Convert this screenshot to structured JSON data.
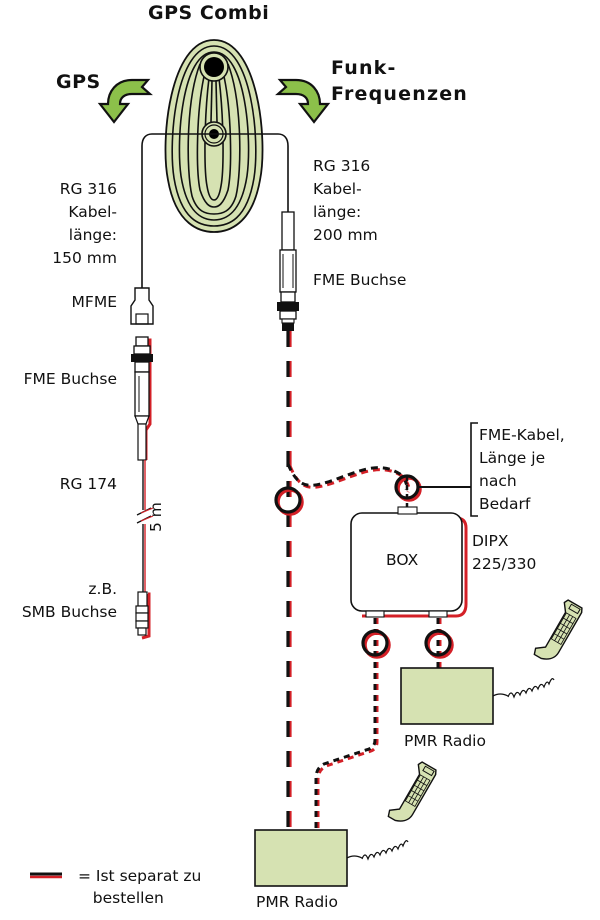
{
  "title": "GPS Combi",
  "arrows": {
    "left_label": "GPS",
    "right_label": "Funk-\nFrequenzen"
  },
  "left_chain": {
    "cable_label": "RG 316\nKabel-\nlänge:\n150 mm",
    "connector_top": "MFME",
    "connector_fme": "FME Buchse",
    "cable_type": "RG 174",
    "cable_length": "5 m",
    "connector_end": "z.B.\nSMB Buchse"
  },
  "right_chain": {
    "cable_label": "RG 316\nKabel-\nlänge:\n200 mm",
    "connector": "FME Buchse"
  },
  "fme_cable_note": "FME-Kabel,\nLänge je\nnach\nBedarf",
  "box": {
    "label": "BOX",
    "model": "DIPX\n225/330"
  },
  "radios": [
    {
      "label": "PMR Radio"
    },
    {
      "label": "PMR Radio"
    }
  ],
  "legend": {
    "text": "= Ist separat zu\n   bestellen"
  },
  "colors": {
    "antenna_fill": "#d6e2b2",
    "arrow_fill": "#8cc04a",
    "radio_fill": "#d6e2b2",
    "optional_red": "#d42027",
    "line_black": "#111111"
  }
}
